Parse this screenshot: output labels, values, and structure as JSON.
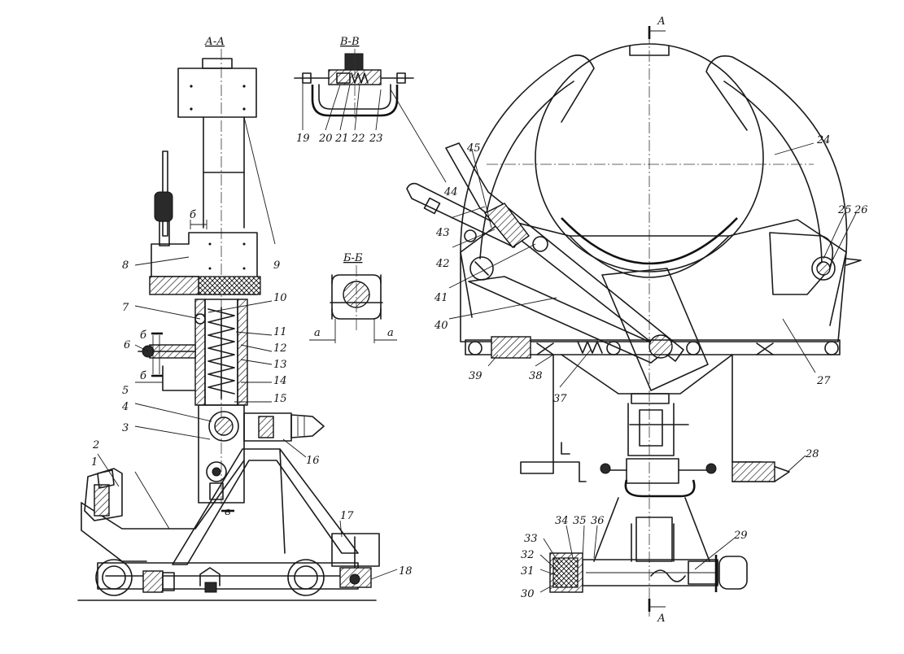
{
  "sections": {
    "aa": "А-А",
    "vv": "В-В",
    "bb": "Б-Б",
    "cut_a_top": "А",
    "cut_a_bottom": "А",
    "cut_b_1": "б",
    "cut_b_2": "б",
    "cut_b_3": "б",
    "cut_v": "в",
    "gap_a_left": "а",
    "gap_a_right": "а"
  },
  "callouts": [
    "1",
    "2",
    "3",
    "4",
    "5",
    "6",
    "7",
    "8",
    "9",
    "10",
    "11",
    "12",
    "13",
    "14",
    "15",
    "16",
    "17",
    "18",
    "19",
    "20",
    "21",
    "22",
    "23",
    "24",
    "25",
    "26",
    "27",
    "28",
    "29",
    "30",
    "31",
    "32",
    "33",
    "34",
    "35",
    "36",
    "37",
    "38",
    "39",
    "40",
    "41",
    "42",
    "43",
    "44",
    "45"
  ]
}
